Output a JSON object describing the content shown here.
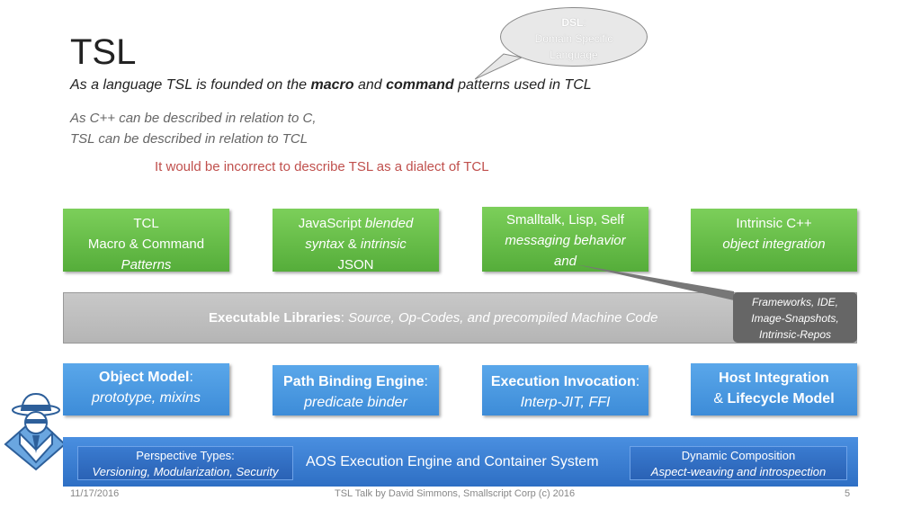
{
  "slide": {
    "title": "TSL",
    "subtitle_pre": "As a language TSL is founded on the ",
    "subtitle_b1": "macro",
    "subtitle_mid": " and ",
    "subtitle_b2": "command",
    "subtitle_post": " patterns used in TCL",
    "notes": [
      "As C++ can be described in relation to C,",
      "TSL can be described in relation to TCL"
    ],
    "callout_note": "It would be incorrect to describe TSL as a dialect of TCL"
  },
  "bubble": {
    "label": "DSL",
    "colon": ":",
    "line1": "Domain Specific",
    "line2": "Language"
  },
  "green_boxes": [
    {
      "line1": "TCL",
      "line2": "Macro & Command",
      "line3": "Patterns"
    },
    {
      "line1a": "JavaScript ",
      "line1b": "blended",
      "line2a": "syntax",
      "line2b": " & ",
      "line2c": "intrinsic",
      "line3": "JSON"
    },
    {
      "line1": "Smalltalk, Lisp, Self",
      "line2": "messaging behavior",
      "line3": "and"
    },
    {
      "line1": "Intrinsic C++",
      "line2": "object integration"
    }
  ],
  "executable": {
    "label": "Executable Libraries",
    "colon": ": ",
    "detail": "Source, Op-Codes, and precompiled Machine Code"
  },
  "dark_callout": [
    "Frameworks, IDE,",
    "Image-Snapshots,",
    "Intrinsic-Repos"
  ],
  "blue_boxes": [
    {
      "title": "Object Model",
      "colon": ":",
      "detail": "prototype, mixins"
    },
    {
      "title": "Path Binding Engine",
      "colon": ":",
      "detail": "predicate binder"
    },
    {
      "title": "Execution Invocation",
      "colon": ":",
      "detail": "Interp-JIT, FFI"
    },
    {
      "title": "Host Integration",
      "line2a": "& ",
      "line2b": "Lifecycle Model"
    }
  ],
  "engine": {
    "label": "AOS Execution Engine and Container System",
    "left_title": "Perspective Types:",
    "left_detail": "Versioning, Modularization, Security",
    "right_title": "Dynamic Composition",
    "right_detail": "Aspect-weaving and introspection"
  },
  "footer": {
    "date": "11/17/2016",
    "center": "TSL Talk by David Simmons, Smallscript Corp (c) 2016",
    "page": "5"
  }
}
